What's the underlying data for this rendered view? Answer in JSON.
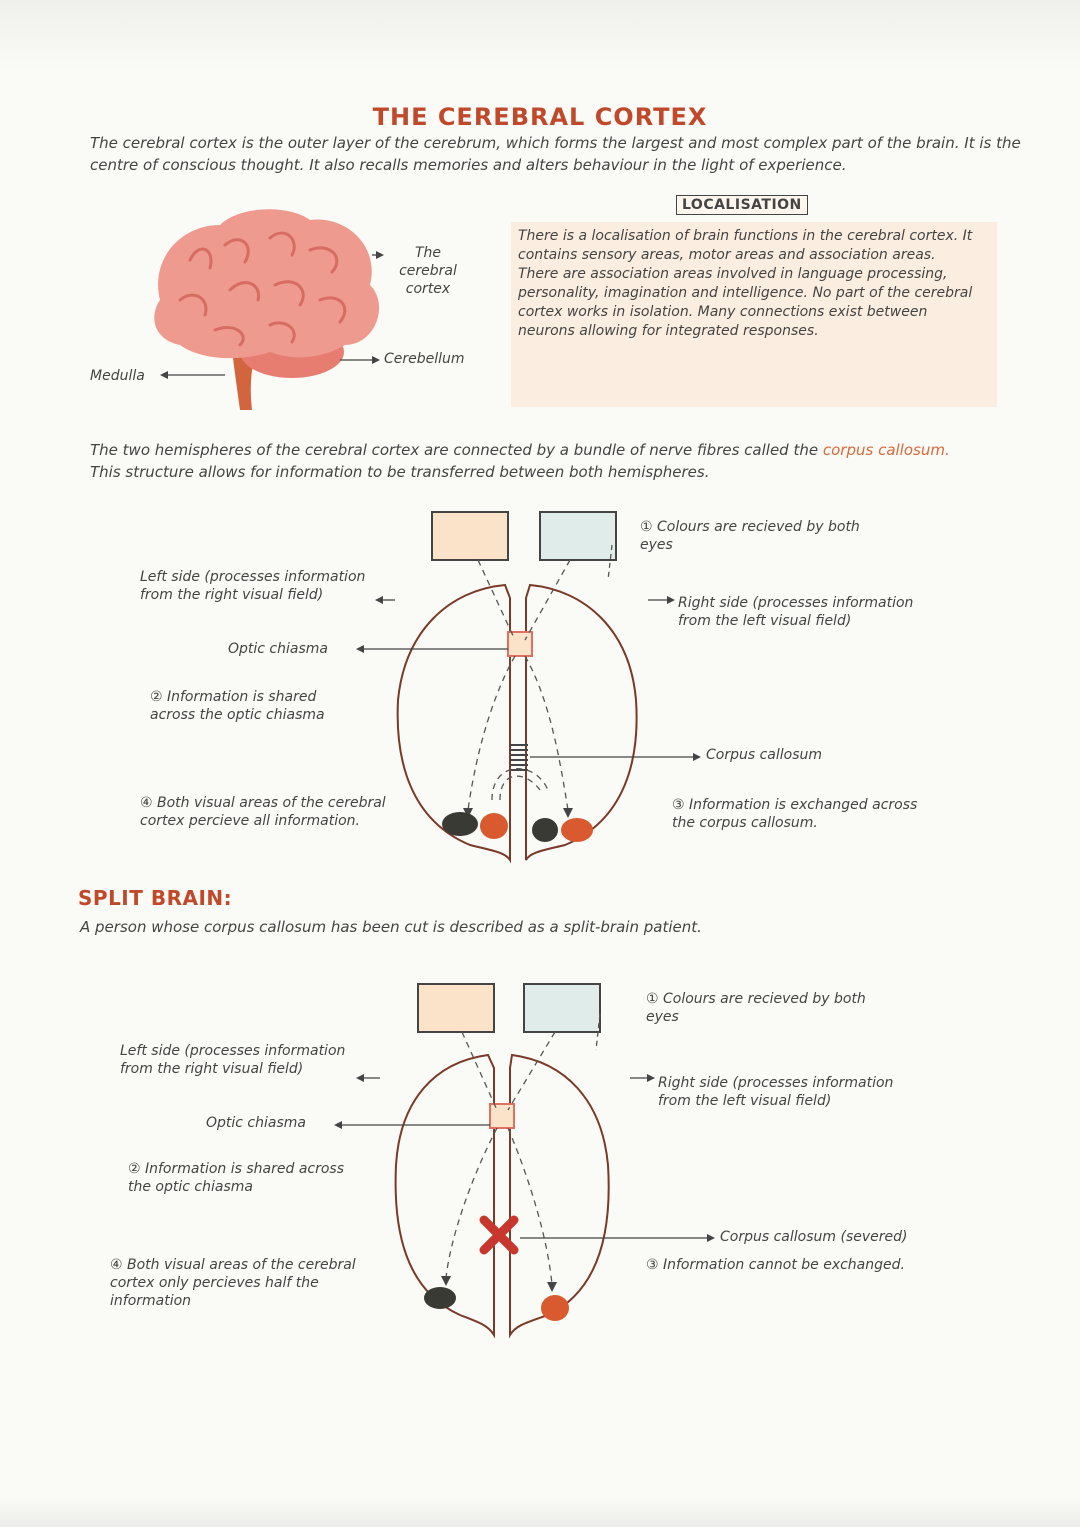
{
  "title": "THE CEREBRAL CORTEX",
  "intro": {
    "line1": "The cerebral cortex is the outer layer of the cerebrum, which forms the largest and most complex part of the brain. It is the",
    "line2": "centre of conscious thought. It also recalls memories and alters behaviour in the light of experience."
  },
  "localisation": {
    "heading": "LOCALISATION",
    "text": "There is a localisation of brain functions in the cerebral cortex. It contains sensory areas, motor areas and association areas. There are association areas involved in language processing, personality, imagination and intelligence. No part of the cerebral cortex works in isolation. Many connections exist between neurons allowing for integrated responses."
  },
  "brain_labels": {
    "cortex": "The cerebral cortex",
    "cerebellum": "Cerebellum",
    "medulla": "Medulla"
  },
  "hemispheres": {
    "line1_a": "The two hemispheres of the cerebral cortex are connected by a bundle of nerve fibres called the",
    "line1_b": "corpus callosum.",
    "line2": "This structure allows for information to be transferred between both hemispheres."
  },
  "diagram1": {
    "colours": "① Colours are recieved by both eyes",
    "left_side": "Left side (processes information from the right visual field)",
    "right_side": "Right side (processes information from the left visual field)",
    "optic_chiasma": "Optic chiasma",
    "info_shared": "② Information is shared across the optic chiasma",
    "corpus_callosum": "Corpus callosum",
    "both_areas": "④ Both visual areas of the cerebral cortex percieve all information.",
    "info_exchanged": "③ Information is exchanged across the corpus callosum."
  },
  "split_brain": {
    "heading": "SPLIT BRAIN:",
    "text": "A person whose corpus callosum has been cut is described as a split-brain patient."
  },
  "diagram2": {
    "colours": "① Colours are recieved by both eyes",
    "left_side": "Left side (processes information from the right visual field)",
    "right_side": "Right side (processes information from the left visual field)",
    "optic_chiasma": "Optic chiasma",
    "info_shared": "② Information is shared across the optic chiasma",
    "corpus_callosum": "Corpus callosum (severed)",
    "info_cannot": "③ Information cannot be exchanged.",
    "both_areas": "④ Both visual areas of the cerebral cortex only percieves half the information"
  },
  "colors": {
    "title": "#c0492c",
    "brain": "#ef9a8f",
    "peach_box": "#fbe3c9",
    "blue_box": "#e0ecea",
    "dark_blob": "#3a3a34",
    "orange_blob": "#d85a2e"
  }
}
